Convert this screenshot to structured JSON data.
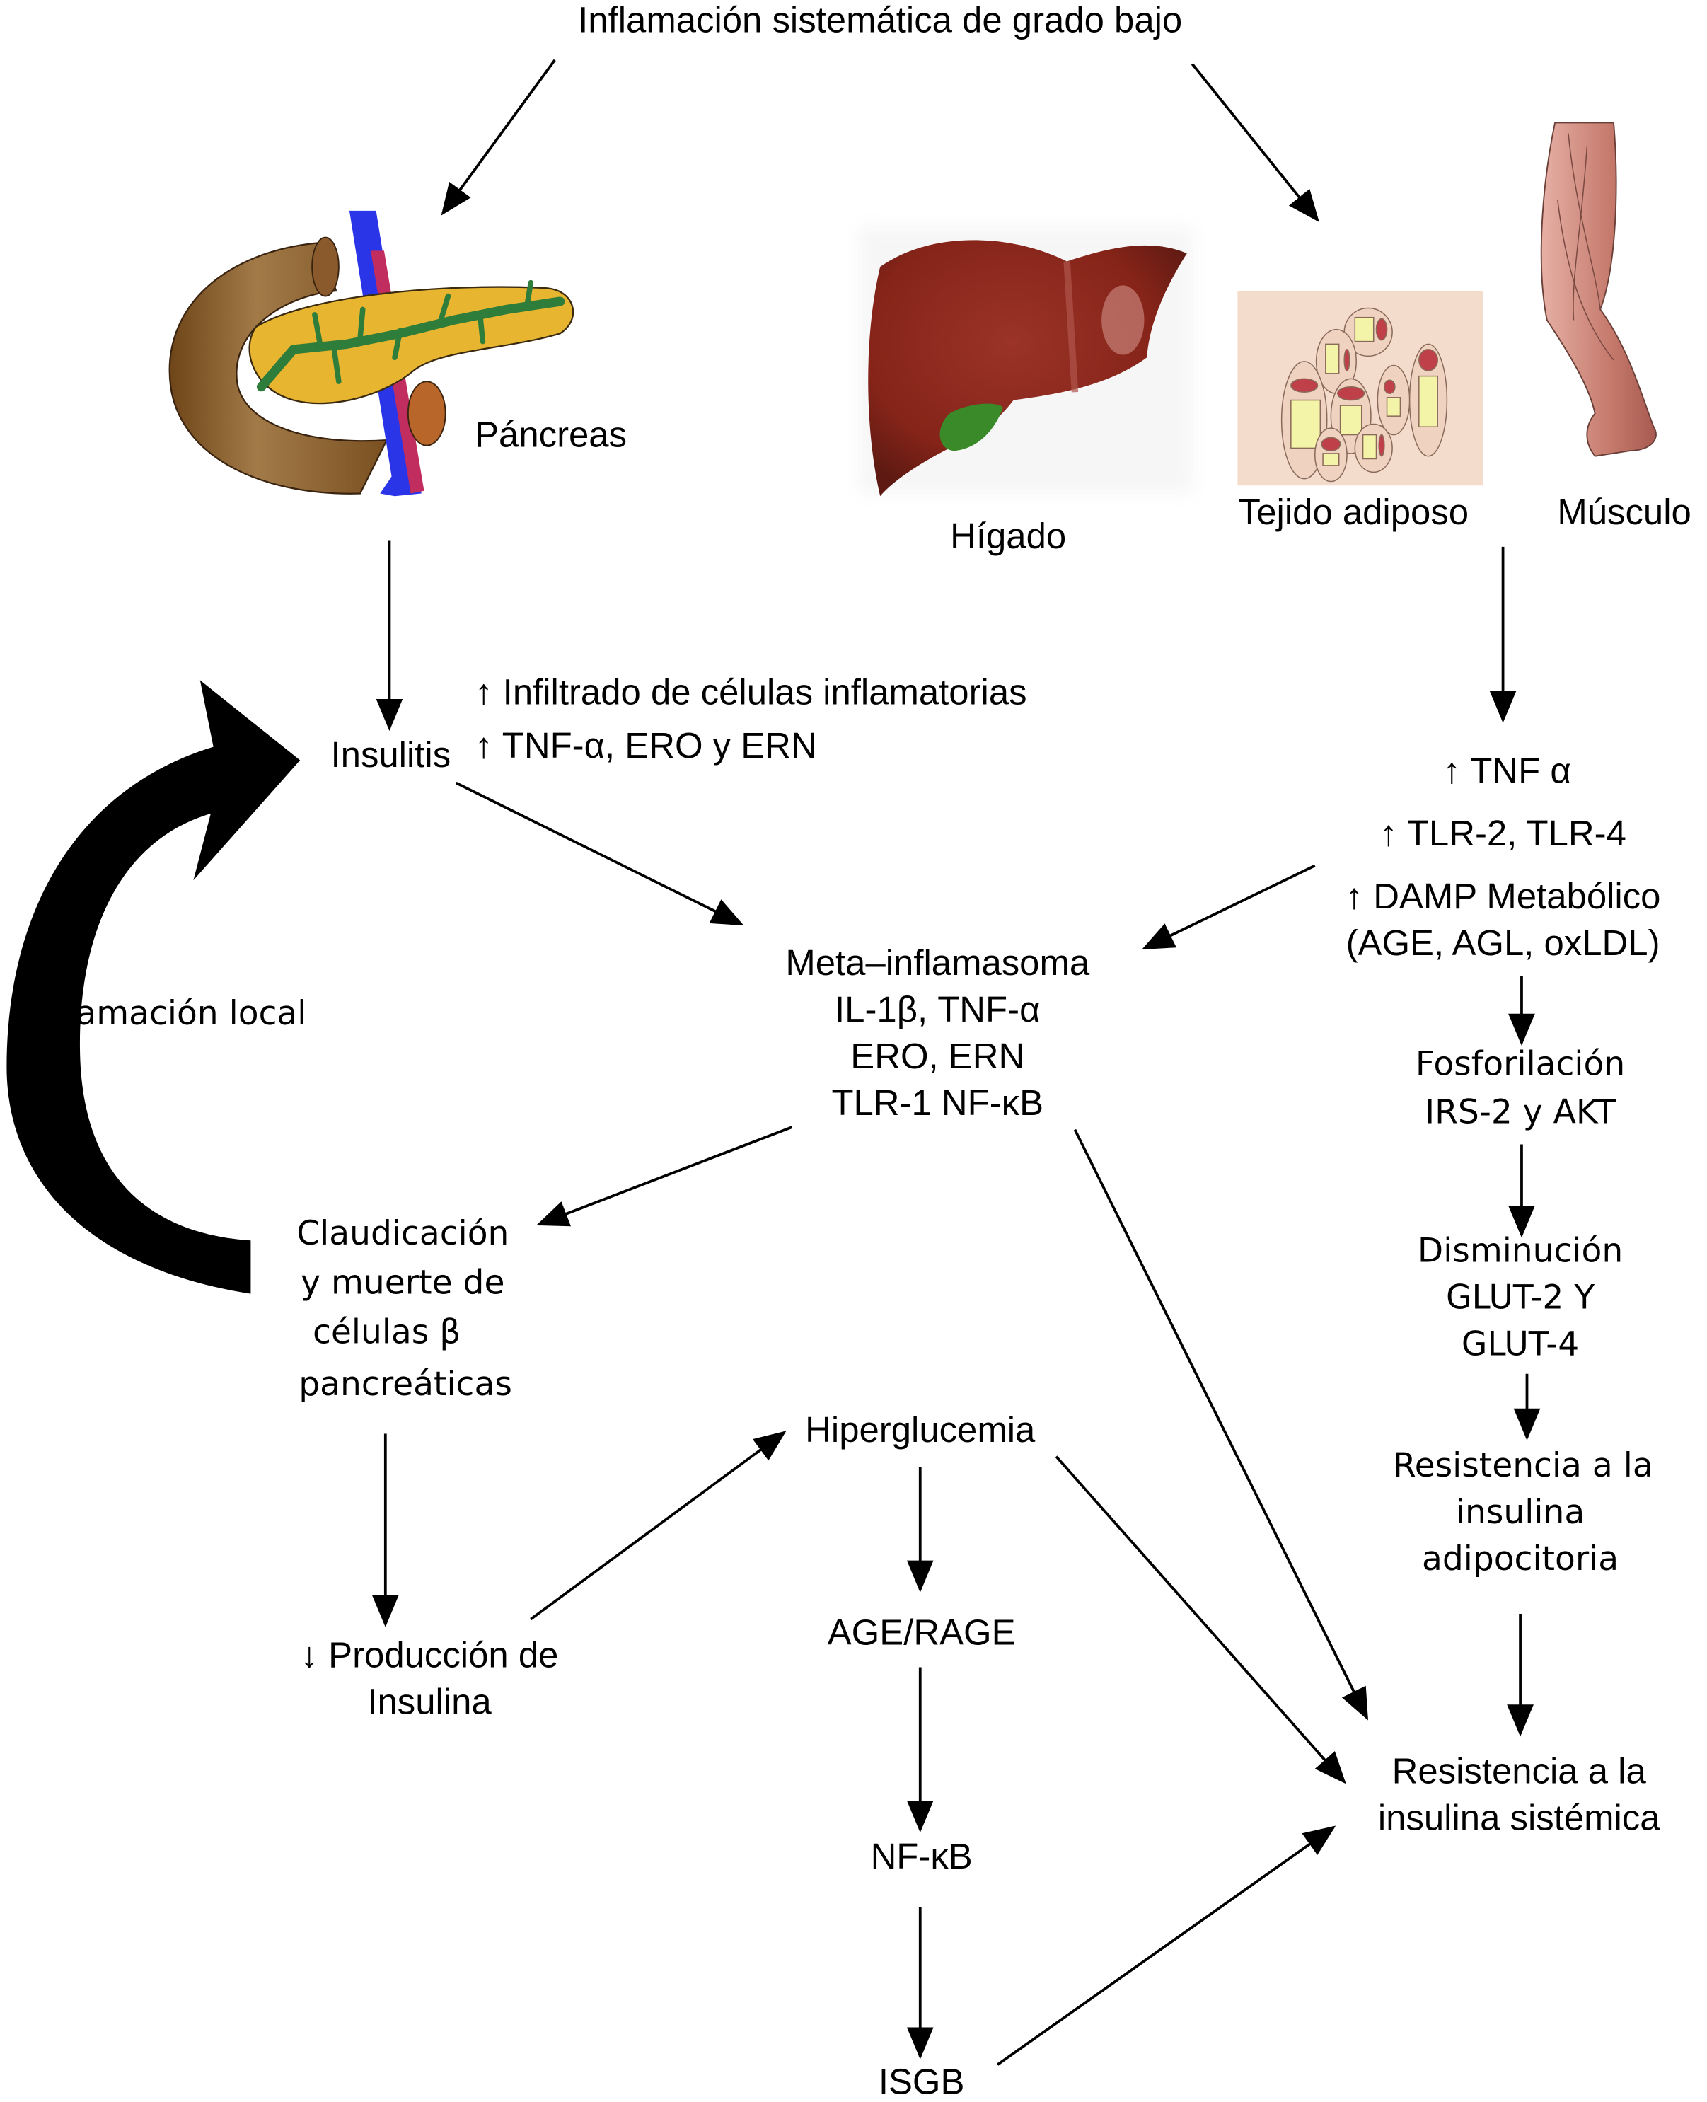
{
  "title": "Inflamación sistemática de grado bajo",
  "organs": {
    "pancreas": "Páncreas",
    "liver": "Hígado",
    "adipose": "Tejido adiposo",
    "muscle": "Músculo"
  },
  "left_branch": {
    "insulitis": "Insulitis",
    "insulitis_effects": [
      "↑ Infiltrado de células inflamatorias",
      "↑ TNF-α, ERO y ERN"
    ],
    "local_loop_label": "Inflamación local",
    "beta_cell_failure": [
      "Claudicación",
      "y muerte de",
      "células β",
      "pancreáticas"
    ],
    "insulin_production": [
      "↓ Producción de",
      "Insulina"
    ]
  },
  "center_branch": {
    "metainflammasome": [
      "Meta–inflamasoma",
      "IL-1β, TNF-α",
      "ERO, ERN",
      "TLR-1 NF-κB"
    ],
    "hyperglycemia": "Hiperglucemia",
    "age_rage": "AGE/RAGE",
    "nfkb": "NF-κB",
    "isgb": "ISGB"
  },
  "right_branch": {
    "markers": [
      "↑ TNF α",
      "↑ TLR-2, TLR-4",
      "↑ DAMP Metabólico",
      "(AGE, AGL, oxLDL)"
    ],
    "phosphorylation": [
      "Fosforilación",
      "IRS-2 y AKT"
    ],
    "glut": [
      "Disminución",
      "GLUT-2 Y",
      "GLUT-4"
    ],
    "adipocyte_resistance": [
      "Resistencia a la",
      "insulina",
      "adipocitoria"
    ],
    "systemic_resistance": [
      "Resistencia a la",
      "insulina sistémica"
    ]
  },
  "colors": {
    "pancreas_body": "#e8b530",
    "pancreatic_duct": "#2f7d3a",
    "duodenum": "#8a5a28",
    "vein": "#2b35e8",
    "artery": "#c02d5e",
    "liver": "#8e2a20",
    "gallbladder": "#3a8a2a",
    "adipose_bg": "#f3dccb",
    "adipocyte_lipid": "#f4f4a8",
    "adipocyte_nucleus": "#c0404a",
    "muscle": "#d99088"
  }
}
